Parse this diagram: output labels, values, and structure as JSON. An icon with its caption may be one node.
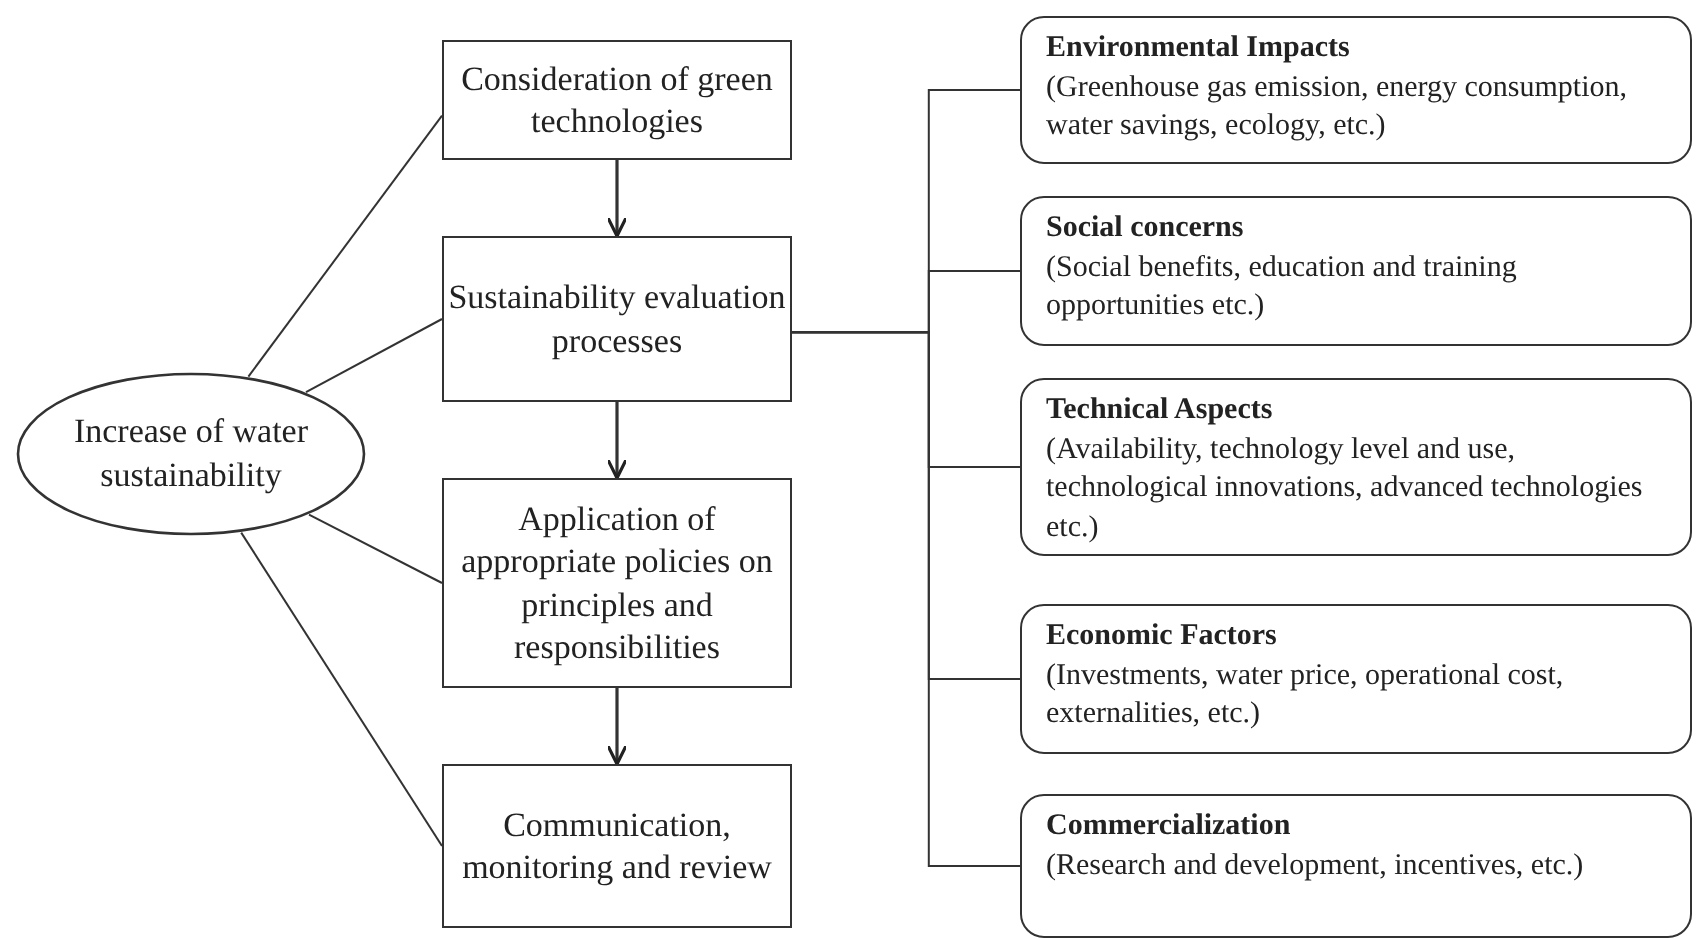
{
  "diagram": {
    "nodes": [
      {
        "text": [
          "Increase of water sustainability"
        ]
      },
      {
        "text": [
          "Consideration of green technologies"
        ]
      },
      {
        "text": [
          "Sustainability evaluation processes"
        ]
      },
      {
        "text": [
          "Application of appropriate policies on principles and responsibilities"
        ]
      },
      {
        "text": [
          "Communication, monitoring and review"
        ]
      },
      {
        "text": [
          "Environmental Impacts",
          "(Greenhouse gas emission,  energy consumption,  water  savings, ecology, etc.)"
        ]
      },
      {
        "text": [
          "Social concerns",
          "(Social benefits, education and training opportunities etc.)"
        ]
      },
      {
        "text": [
          "Technical Aspects",
          "(Availability, technology level and use, technological innovations, advanced technologies etc.)"
        ]
      },
      {
        "text": [
          "Economic Factors",
          "(Investments, water price, operational cost, externalities, etc.)"
        ]
      },
      {
        "text": [
          "Commercialization",
          "(Research and development, incentives, etc.)"
        ]
      }
    ],
    "edges": [
      {
        "from": 0,
        "to": 1,
        "arrow": "none"
      },
      {
        "from": 0,
        "to": 2,
        "arrow": "none"
      },
      {
        "from": 0,
        "to": 3,
        "arrow": "none"
      },
      {
        "from": 0,
        "to": 4,
        "arrow": "none"
      },
      {
        "from": 1,
        "to": 2,
        "arrow": "to"
      },
      {
        "from": 2,
        "to": 3,
        "arrow": "to"
      },
      {
        "from": 3,
        "to": 4,
        "arrow": "to"
      },
      {
        "from": 2,
        "to": 5,
        "arrow": "none"
      },
      {
        "from": 2,
        "to": 6,
        "arrow": "none"
      },
      {
        "from": 2,
        "to": 7,
        "arrow": "none"
      },
      {
        "from": 2,
        "to": 8,
        "arrow": "none"
      },
      {
        "from": 2,
        "to": 9,
        "arrow": "none"
      }
    ]
  }
}
